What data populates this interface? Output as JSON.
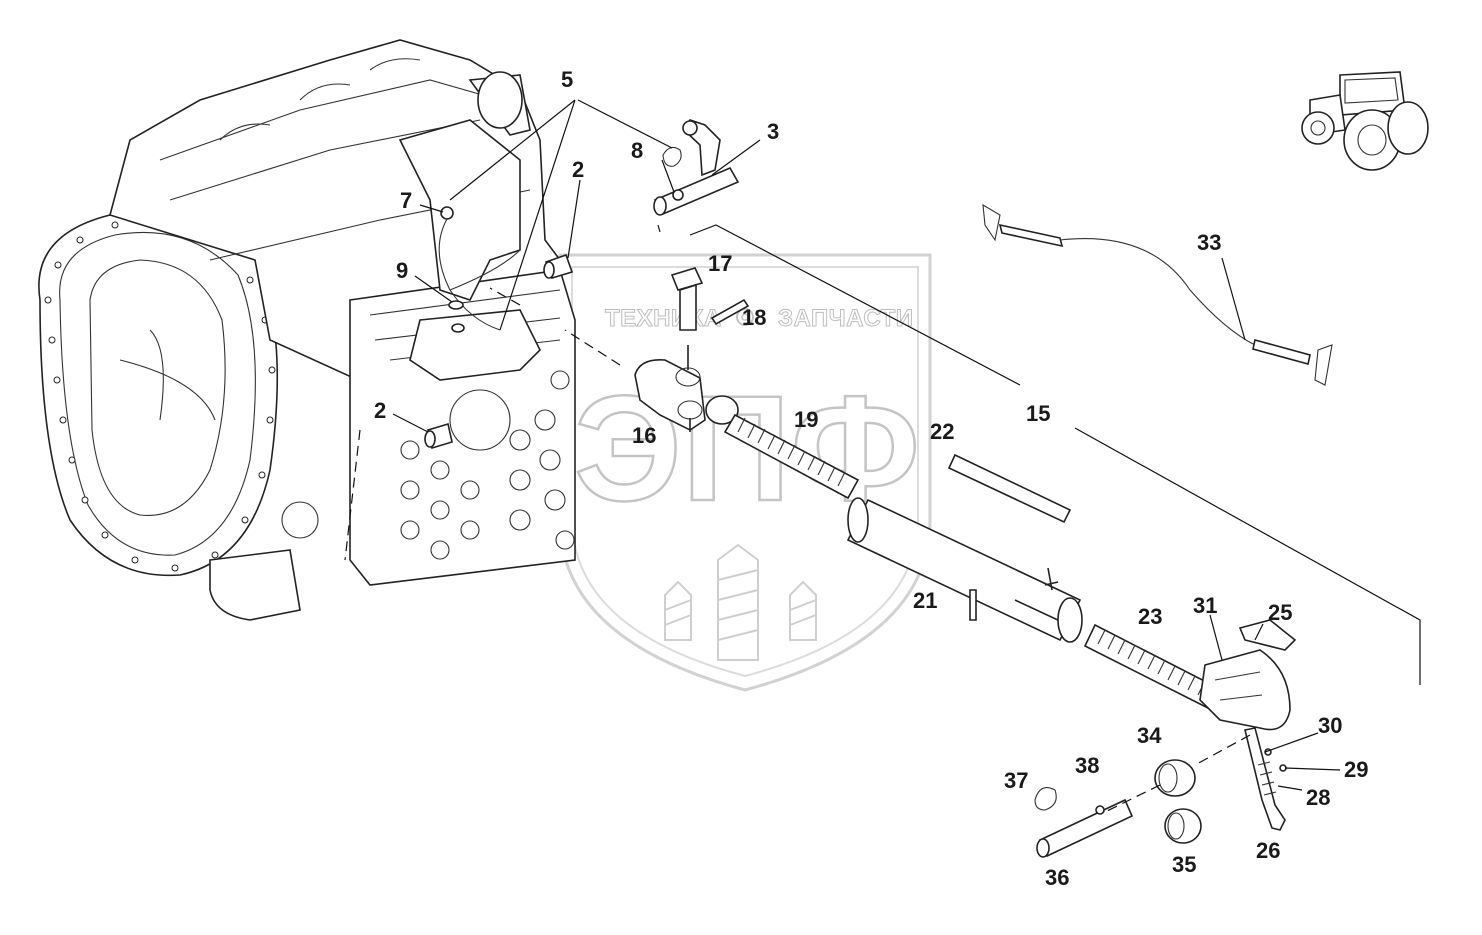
{
  "watermark": {
    "brand_left": "ТЕХНИКА",
    "brand_right": "ЗАПЧАСТИ",
    "logo_letters": "ЭПФ"
  },
  "callouts": [
    {
      "id": "c-5",
      "label": "5"
    },
    {
      "id": "c-3",
      "label": "3"
    },
    {
      "id": "c-8",
      "label": "8"
    },
    {
      "id": "c-2a",
      "label": "2"
    },
    {
      "id": "c-7",
      "label": "7"
    },
    {
      "id": "c-17",
      "label": "17"
    },
    {
      "id": "c-9",
      "label": "9"
    },
    {
      "id": "c-18",
      "label": "18"
    },
    {
      "id": "c-2b",
      "label": "2"
    },
    {
      "id": "c-19",
      "label": "19"
    },
    {
      "id": "c-16",
      "label": "16"
    },
    {
      "id": "c-22",
      "label": "22"
    },
    {
      "id": "c-15",
      "label": "15"
    },
    {
      "id": "c-33",
      "label": "33"
    },
    {
      "id": "c-21",
      "label": "21"
    },
    {
      "id": "c-23",
      "label": "23"
    },
    {
      "id": "c-31",
      "label": "31"
    },
    {
      "id": "c-25",
      "label": "25"
    },
    {
      "id": "c-34",
      "label": "34"
    },
    {
      "id": "c-30",
      "label": "30"
    },
    {
      "id": "c-37",
      "label": "37"
    },
    {
      "id": "c-38",
      "label": "38"
    },
    {
      "id": "c-29",
      "label": "29"
    },
    {
      "id": "c-28",
      "label": "28"
    },
    {
      "id": "c-26",
      "label": "26"
    },
    {
      "id": "c-35",
      "label": "35"
    },
    {
      "id": "c-36",
      "label": "36"
    }
  ]
}
